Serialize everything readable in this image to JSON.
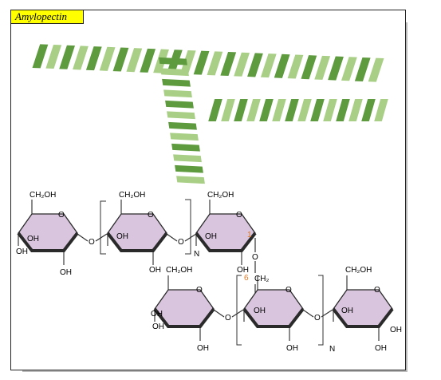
{
  "title": "Amylopectin",
  "colors": {
    "ring_fill": "#d9c6de",
    "ring_dark": "#2a2a2a",
    "helix_dark": "#5e9a3e",
    "helix_light": "#a8cf85",
    "title_bg": "#ffff00"
  },
  "labels": {
    "ch2oh": "CH₂OH",
    "oh": "OH",
    "o": "O",
    "n": "N",
    "ch2": "CH₂",
    "c1": "1",
    "c6": "6"
  }
}
